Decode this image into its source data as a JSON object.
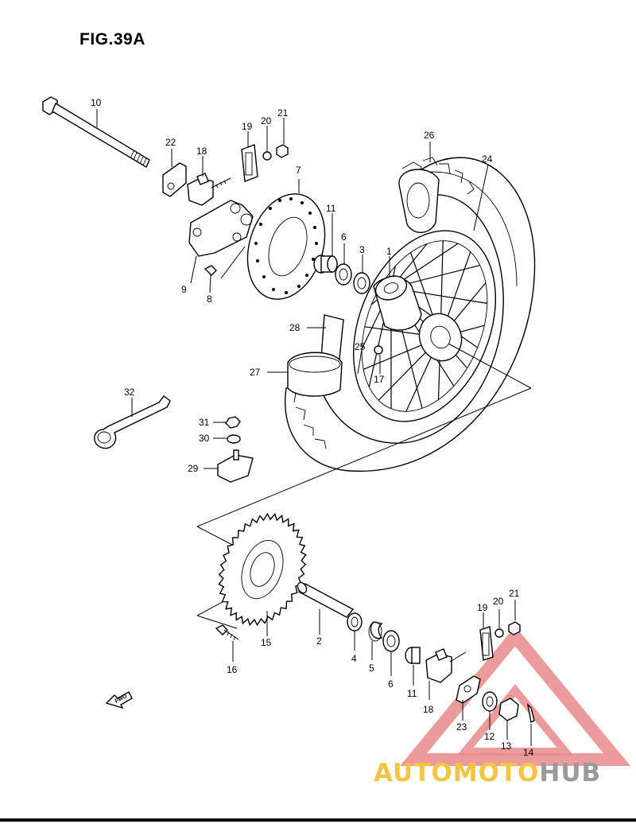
{
  "figure": {
    "title": "FIG.39A"
  },
  "callouts": [
    {
      "id": "c-10",
      "text": "10"
    },
    {
      "id": "c-22",
      "text": "22"
    },
    {
      "id": "c-18a",
      "text": "18"
    },
    {
      "id": "c-19a",
      "text": "19"
    },
    {
      "id": "c-20a",
      "text": "20"
    },
    {
      "id": "c-21a",
      "text": "21"
    },
    {
      "id": "c-26",
      "text": "26"
    },
    {
      "id": "c-24",
      "text": "24"
    },
    {
      "id": "c-7",
      "text": "7"
    },
    {
      "id": "c-11a",
      "text": "11"
    },
    {
      "id": "c-6a",
      "text": "6"
    },
    {
      "id": "c-3",
      "text": "3"
    },
    {
      "id": "c-1",
      "text": "1"
    },
    {
      "id": "c-9",
      "text": "9"
    },
    {
      "id": "c-8",
      "text": "8"
    },
    {
      "id": "c-28",
      "text": "28"
    },
    {
      "id": "c-25",
      "text": "25"
    },
    {
      "id": "c-27",
      "text": "27"
    },
    {
      "id": "c-17",
      "text": "17"
    },
    {
      "id": "c-32",
      "text": "32"
    },
    {
      "id": "c-31",
      "text": "31"
    },
    {
      "id": "c-30",
      "text": "30"
    },
    {
      "id": "c-29",
      "text": "29"
    },
    {
      "id": "c-15",
      "text": "15"
    },
    {
      "id": "c-2",
      "text": "2"
    },
    {
      "id": "c-16",
      "text": "16"
    },
    {
      "id": "c-4",
      "text": "4"
    },
    {
      "id": "c-5",
      "text": "5"
    },
    {
      "id": "c-6b",
      "text": "6"
    },
    {
      "id": "c-11b",
      "text": "11"
    },
    {
      "id": "c-18b",
      "text": "18"
    },
    {
      "id": "c-19b",
      "text": "19"
    },
    {
      "id": "c-20b",
      "text": "20"
    },
    {
      "id": "c-21b",
      "text": "21"
    },
    {
      "id": "c-23",
      "text": "23"
    },
    {
      "id": "c-12",
      "text": "12"
    },
    {
      "id": "c-13",
      "text": "13"
    },
    {
      "id": "c-14",
      "text": "14"
    }
  ],
  "fwd_label": "FWD",
  "watermark": {
    "part1": "AUTOMOTO",
    "part2": "HUB",
    "color_primary": "#f4c542",
    "color_secondary": "#e8898a",
    "color_tertiary": "#9a9a9a"
  }
}
